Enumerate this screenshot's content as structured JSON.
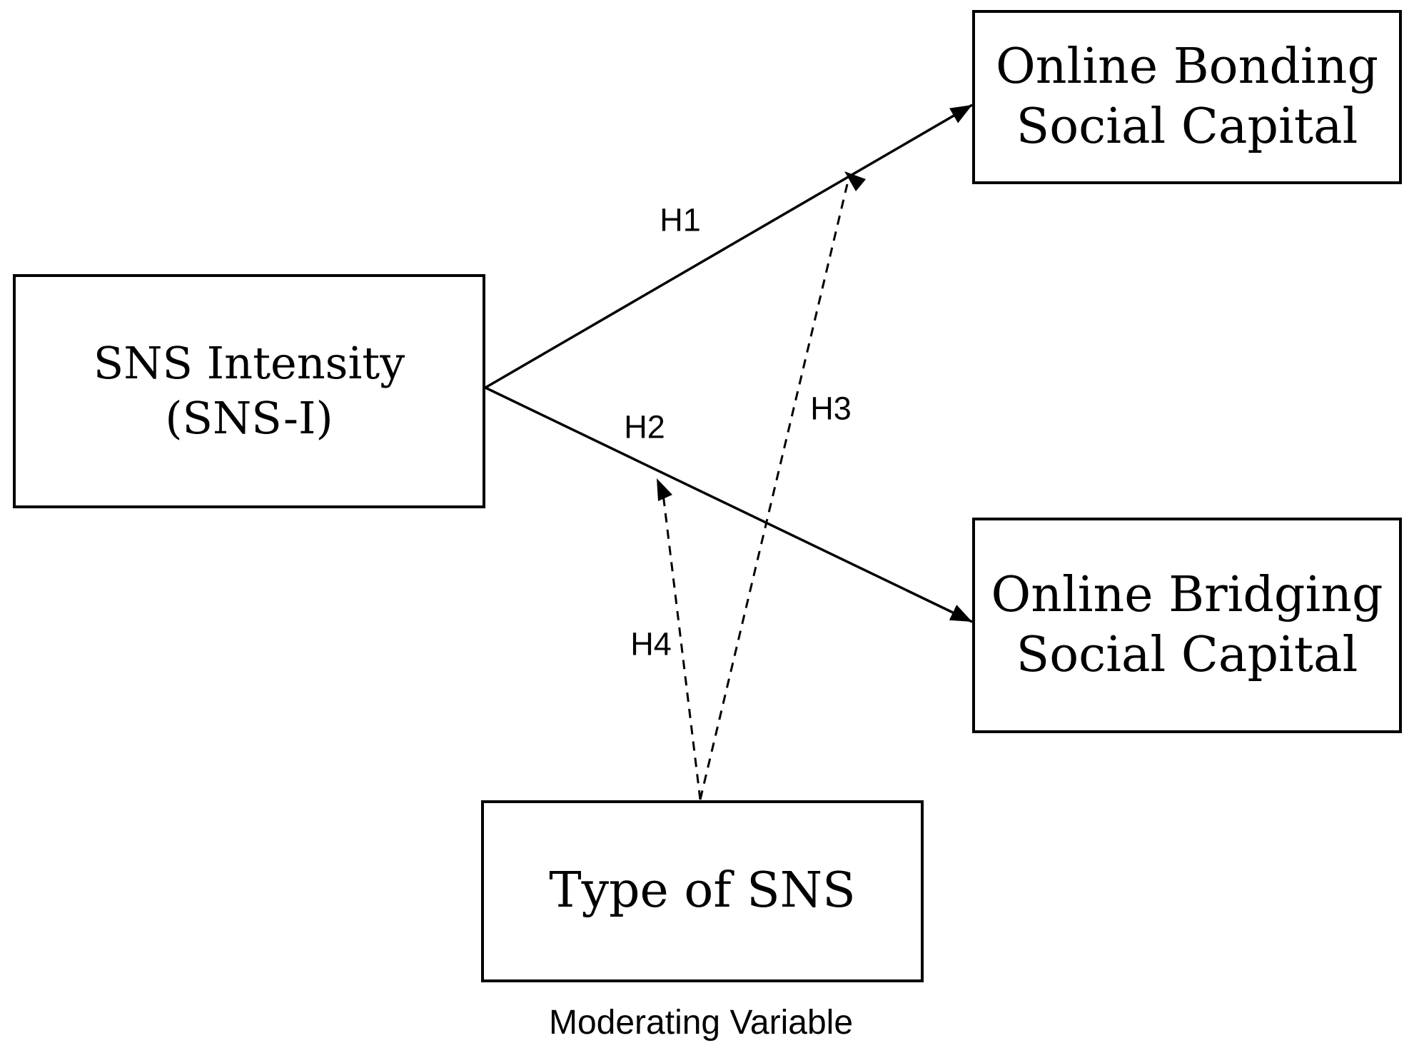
{
  "colors": {
    "ink": "#000000",
    "background": "#ffffff"
  },
  "boxes": {
    "sns_intensity": {
      "lines": [
        "SNS Intensity",
        "(SNS-I)"
      ]
    },
    "online_bonding": {
      "lines": [
        "Online Bonding",
        "Social Capital"
      ]
    },
    "online_bridging": {
      "lines": [
        "Online Bridging",
        "Social Capital"
      ]
    },
    "type_of_sns": {
      "lines": [
        "Type of SNS"
      ]
    }
  },
  "arrows": {
    "h1": {
      "label": "H1",
      "style": "solid",
      "from": "sns_intensity",
      "to": "online_bonding"
    },
    "h2": {
      "label": "H2",
      "style": "solid",
      "from": "sns_intensity",
      "to": "online_bridging"
    },
    "h3": {
      "label": "H3",
      "style": "dashed",
      "from": "type_of_sns",
      "to": "h1_path"
    },
    "h4": {
      "label": "H4",
      "style": "dashed",
      "from": "type_of_sns",
      "to": "h2_path"
    }
  },
  "caption": "Moderating Variable"
}
